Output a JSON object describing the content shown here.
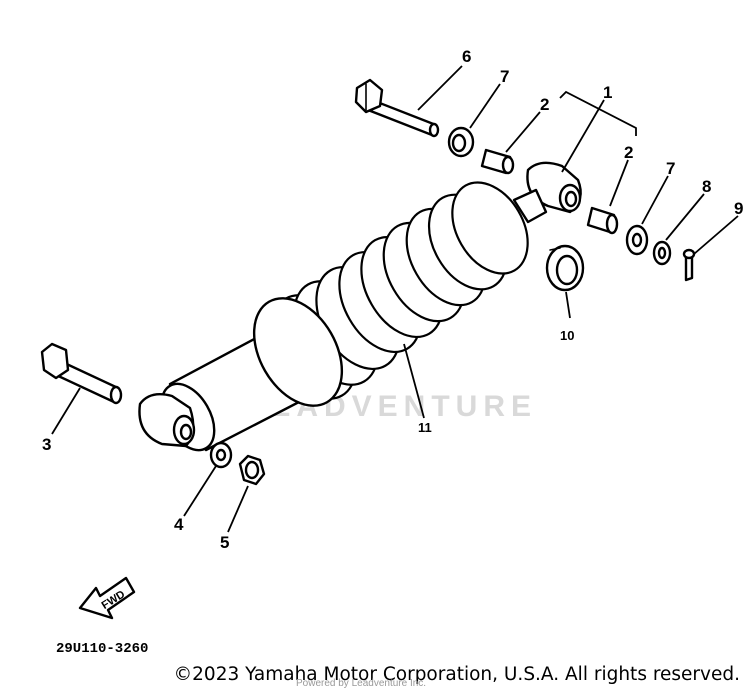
{
  "callouts": {
    "c1": "1",
    "c2a": "2",
    "c2b": "2",
    "c3": "3",
    "c4": "4",
    "c5": "5",
    "c6": "6",
    "c7a": "7",
    "c7b": "7",
    "c8": "8",
    "c9": "9",
    "c10": "10",
    "c11": "11"
  },
  "watermark": "LEADVENTURE",
  "fwd_label": "FWD",
  "diagram_code": "29U110-3260",
  "copyright": "©2023 Yamaha Motor Corporation, U.S.A. All rights reserved.",
  "sub_watermark": "Powered by Leadventure Inc."
}
